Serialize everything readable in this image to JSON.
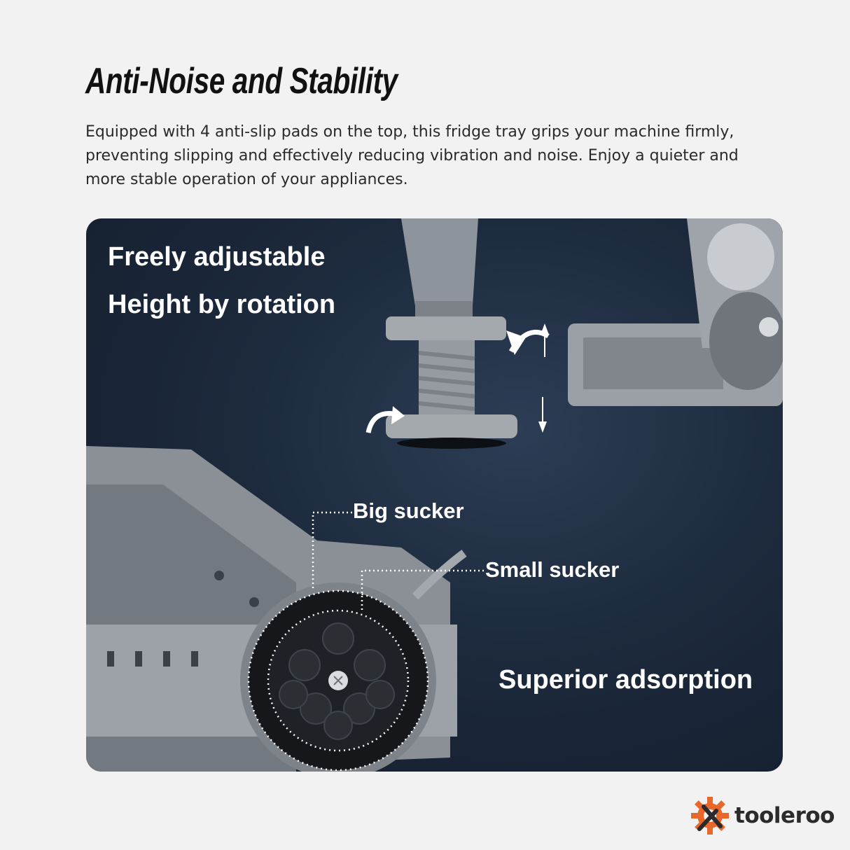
{
  "heading": "Anti-Noise and Stability",
  "description": "Equipped with 4 anti-slip pads on the top, this fridge tray grips your machine firmly, preventing slipping and effectively reducing vibration and noise. Enjoy a quieter and more stable operation of your appliances.",
  "panel": {
    "line1": "Freely adjustable",
    "line2": "Height by rotation",
    "big_sucker": "Big sucker",
    "small_sucker": "Small sucker",
    "adsorption": "Superior adsorption"
  },
  "brand": {
    "name": "tooleroo",
    "logo_icon": "gear-wrench-icon",
    "logo_color": "#e8672a"
  }
}
